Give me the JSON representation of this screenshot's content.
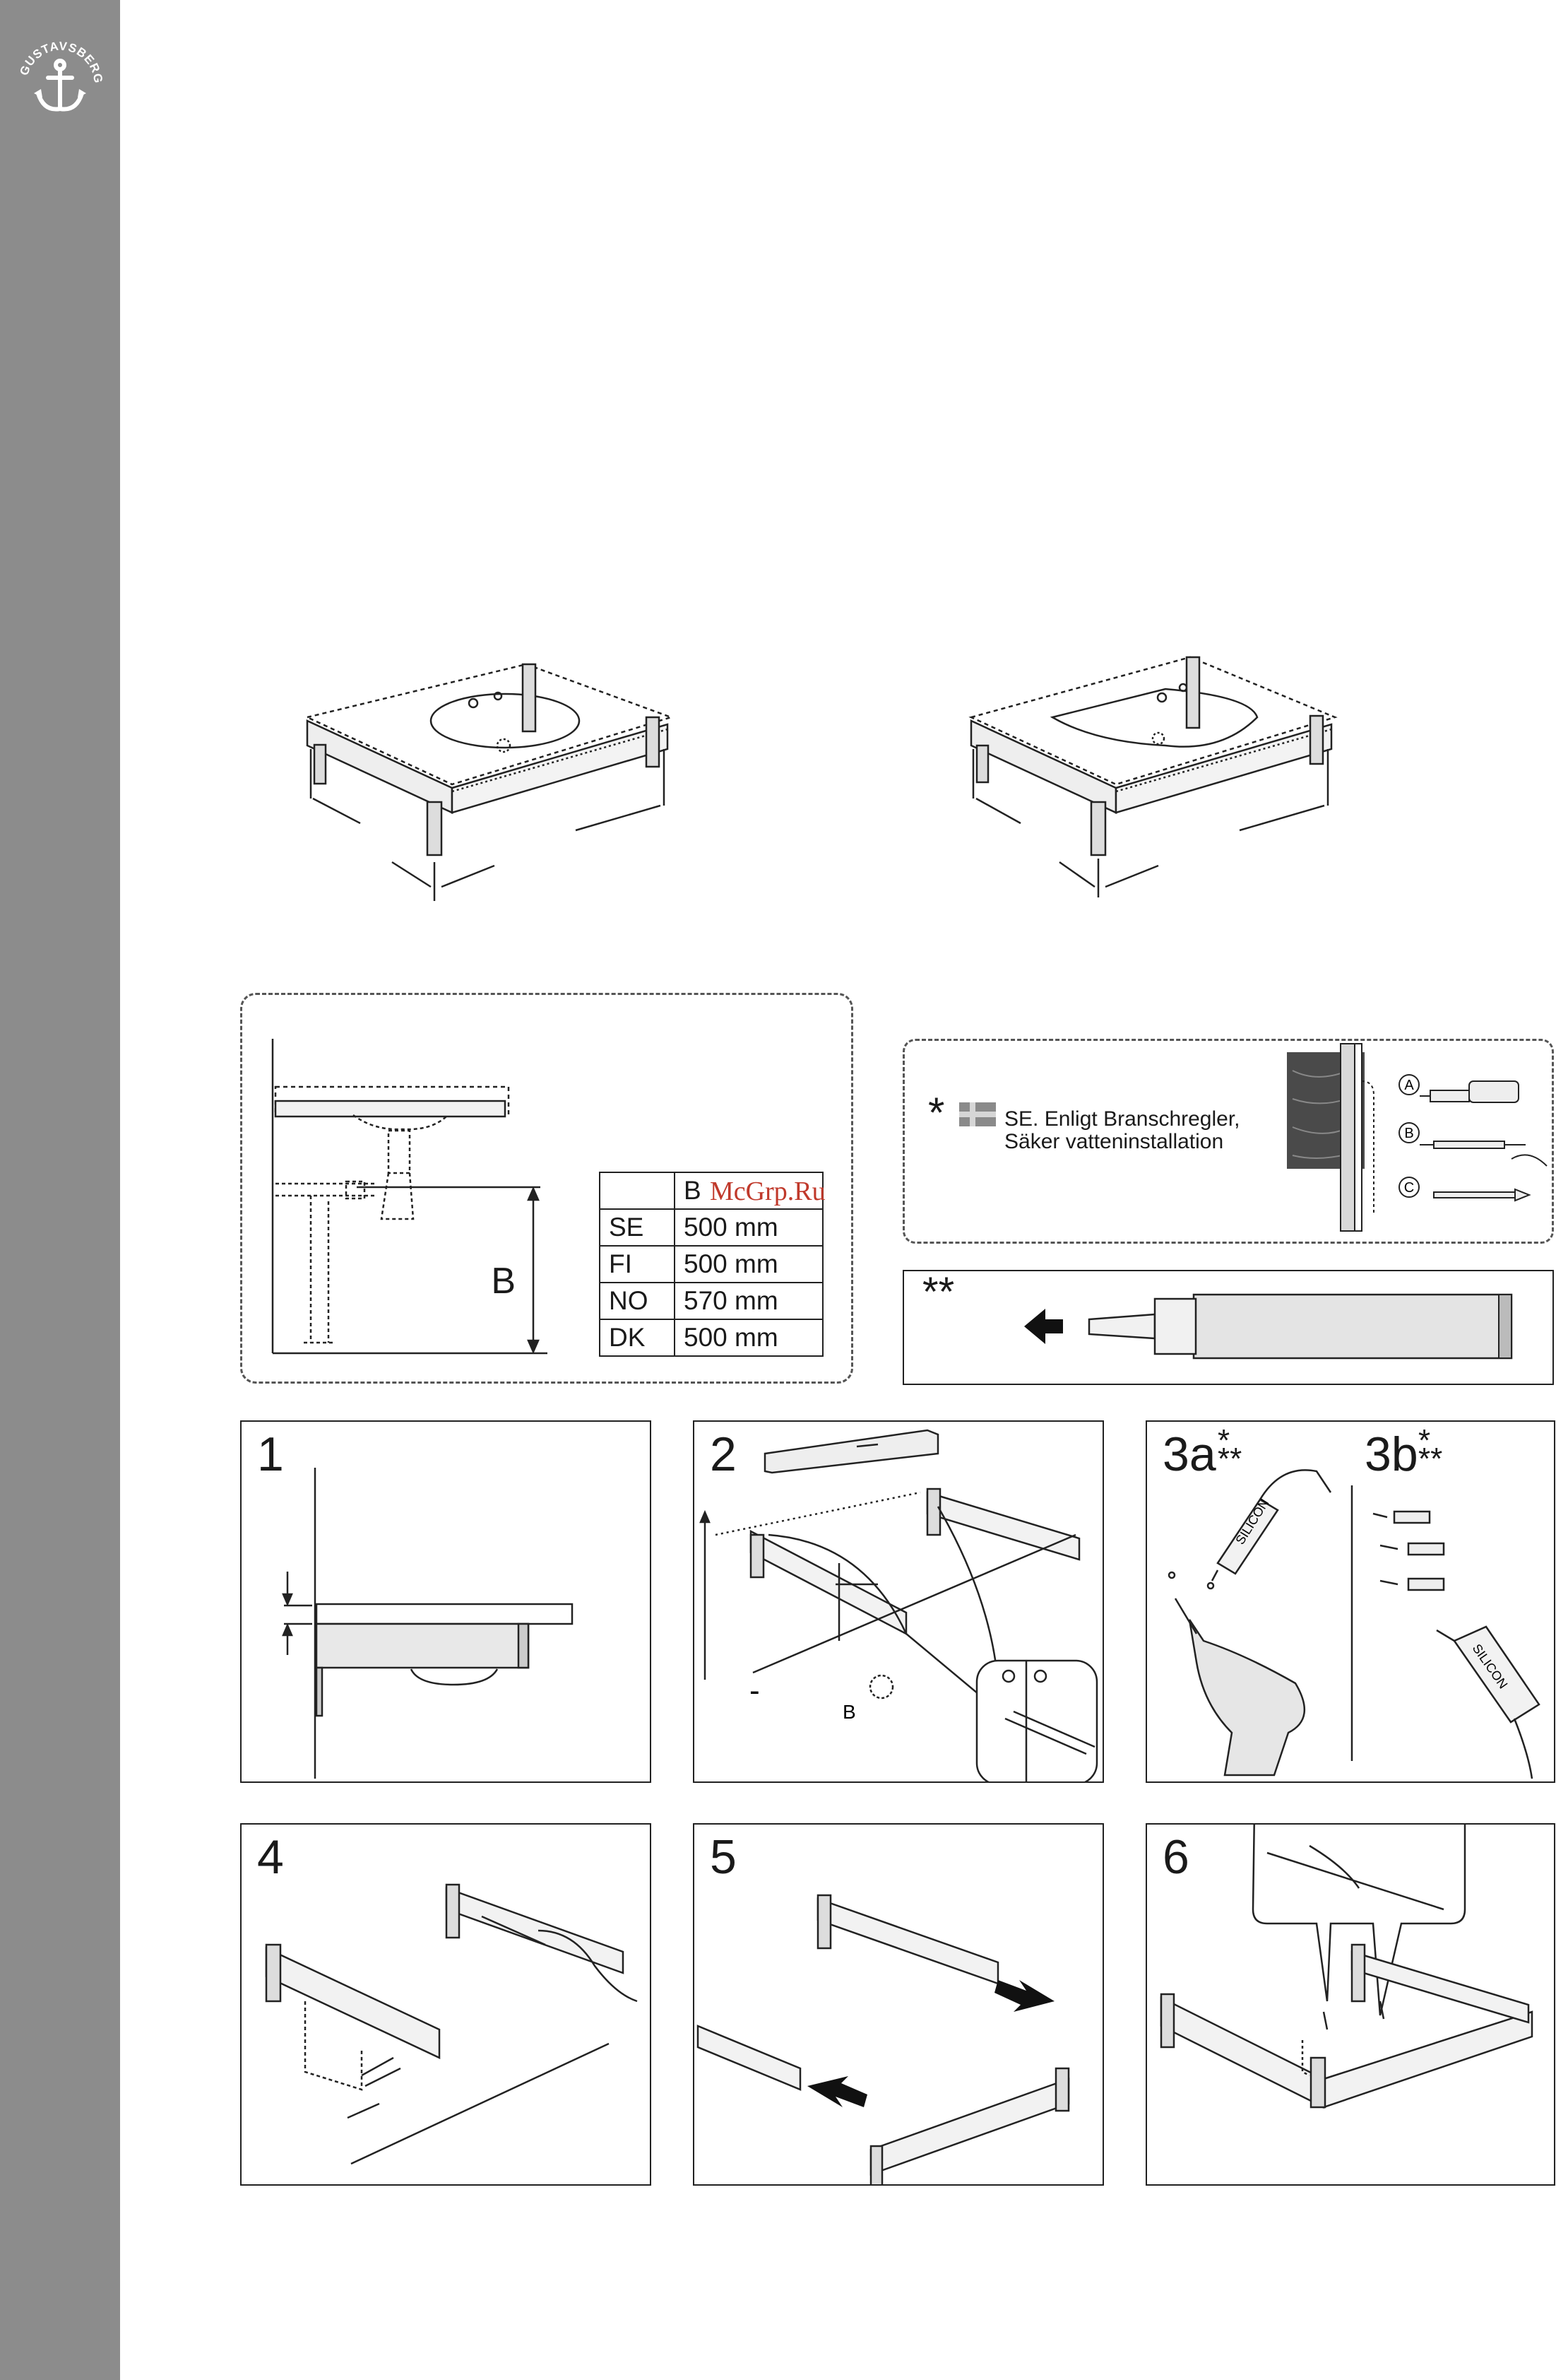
{
  "brand": {
    "name": "GUSTAVSBERG"
  },
  "watermark": "McGrp.Ru",
  "table": {
    "header": [
      "",
      "B"
    ],
    "rows": [
      {
        "country": "SE",
        "value": "500 mm"
      },
      {
        "country": "FI",
        "value": "500 mm"
      },
      {
        "country": "NO",
        "value": "570 mm"
      },
      {
        "country": "DK",
        "value": "500 mm"
      }
    ]
  },
  "dimension_label": "B",
  "note": {
    "marker": "*",
    "line1": "SE. Enligt Branschregler,",
    "line2": "Säker vatteninstallation",
    "options": [
      "A",
      "B",
      "C"
    ]
  },
  "note2": {
    "marker": "**"
  },
  "steps": [
    {
      "label": "1"
    },
    {
      "label": "2",
      "sub": "B",
      "minus": "-"
    },
    {
      "label": "3a",
      "marks": "*\n**"
    },
    {
      "label": "3b",
      "marks": "*\n**"
    },
    {
      "label": "4"
    },
    {
      "label": "5"
    },
    {
      "label": "6"
    }
  ],
  "silicon_label": "SILICON"
}
